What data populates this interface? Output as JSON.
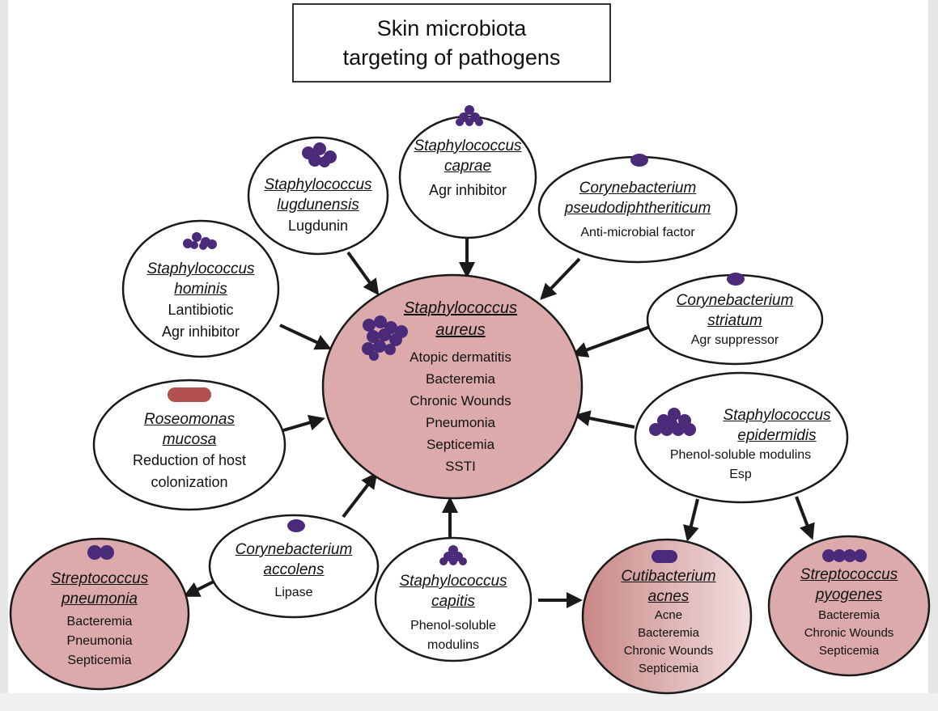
{
  "title": [
    "Skin microbiota",
    "targeting of pathogens"
  ],
  "colors": {
    "node_border": "#1a1a1a",
    "pathogen_fill": "#dcaaaa",
    "commensal_fill": "#ffffff",
    "bacteria_purple": "#4b2a7a",
    "rod_red": "#b25050",
    "arrow": "#1a1a1a"
  },
  "nodes": {
    "s_aureus": {
      "species": [
        "Staphylococcus",
        "aureus"
      ],
      "lines": [
        "Atopic dermatitis",
        "Bacteremia",
        "Chronic Wounds",
        "Pneumonia",
        "Septicemia",
        "SSTI"
      ],
      "icon": "staph-cluster-icon"
    },
    "s_lugdunensis": {
      "species": [
        "Staphylococcus",
        "lugdunensis"
      ],
      "lines": [
        "Lugdunin"
      ],
      "icon": "staph-cluster-icon"
    },
    "s_caprae": {
      "species": [
        "Staphylococcus",
        "caprae"
      ],
      "lines": [
        "Agr inhibitor"
      ],
      "icon": "staph-cluster-icon"
    },
    "c_pseudodiph": {
      "species": [
        "Corynebacterium",
        "pseudodiphtheriticum"
      ],
      "lines": [
        "Anti-microbial factor"
      ],
      "icon": "coryne-rod-icon"
    },
    "s_hominis": {
      "species": [
        "Staphylococcus",
        "hominis"
      ],
      "lines": [
        "Lantibiotic",
        "Agr inhibitor"
      ],
      "icon": "staph-cluster-icon"
    },
    "c_striatum": {
      "species": [
        "Corynebacterium",
        "striatum"
      ],
      "lines": [
        "Agr suppressor"
      ],
      "icon": "coryne-rod-icon"
    },
    "r_mucosa": {
      "species": [
        "Roseomonas",
        "mucosa"
      ],
      "lines": [
        "Reduction of host",
        "colonization"
      ],
      "icon": "rod-bacterium-icon"
    },
    "s_epidermidis": {
      "species": [
        "Staphylococcus",
        "epidermidis"
      ],
      "lines": [
        "Phenol-soluble modulins",
        "Esp"
      ],
      "icon": "staph-cluster-icon"
    },
    "c_accolens": {
      "species": [
        "Corynebacterium",
        "accolens"
      ],
      "lines": [
        "Lipase"
      ],
      "icon": "coryne-rod-icon"
    },
    "s_capitis": {
      "species": [
        "Staphylococcus",
        "capitis"
      ],
      "lines": [
        "Phenol-soluble",
        "modulins"
      ],
      "icon": "staph-cluster-icon"
    },
    "s_pneumonia": {
      "species": [
        "Streptococcus",
        "pneumonia"
      ],
      "lines": [
        "Bacteremia",
        "Pneumonia",
        "Septicemia"
      ],
      "icon": "diplococcus-icon"
    },
    "c_acnes": {
      "species": [
        "Cutibacterium",
        "acnes"
      ],
      "lines": [
        "Acne",
        "Bacteremia",
        "Chronic Wounds",
        "Septicemia"
      ],
      "icon": "rod-bacterium-icon"
    },
    "s_pyogenes": {
      "species": [
        "Streptococcus",
        "pyogenes"
      ],
      "lines": [
        "Bacteremia",
        "Chronic Wounds",
        "Septicemia"
      ],
      "icon": "strep-chain-icon"
    }
  }
}
